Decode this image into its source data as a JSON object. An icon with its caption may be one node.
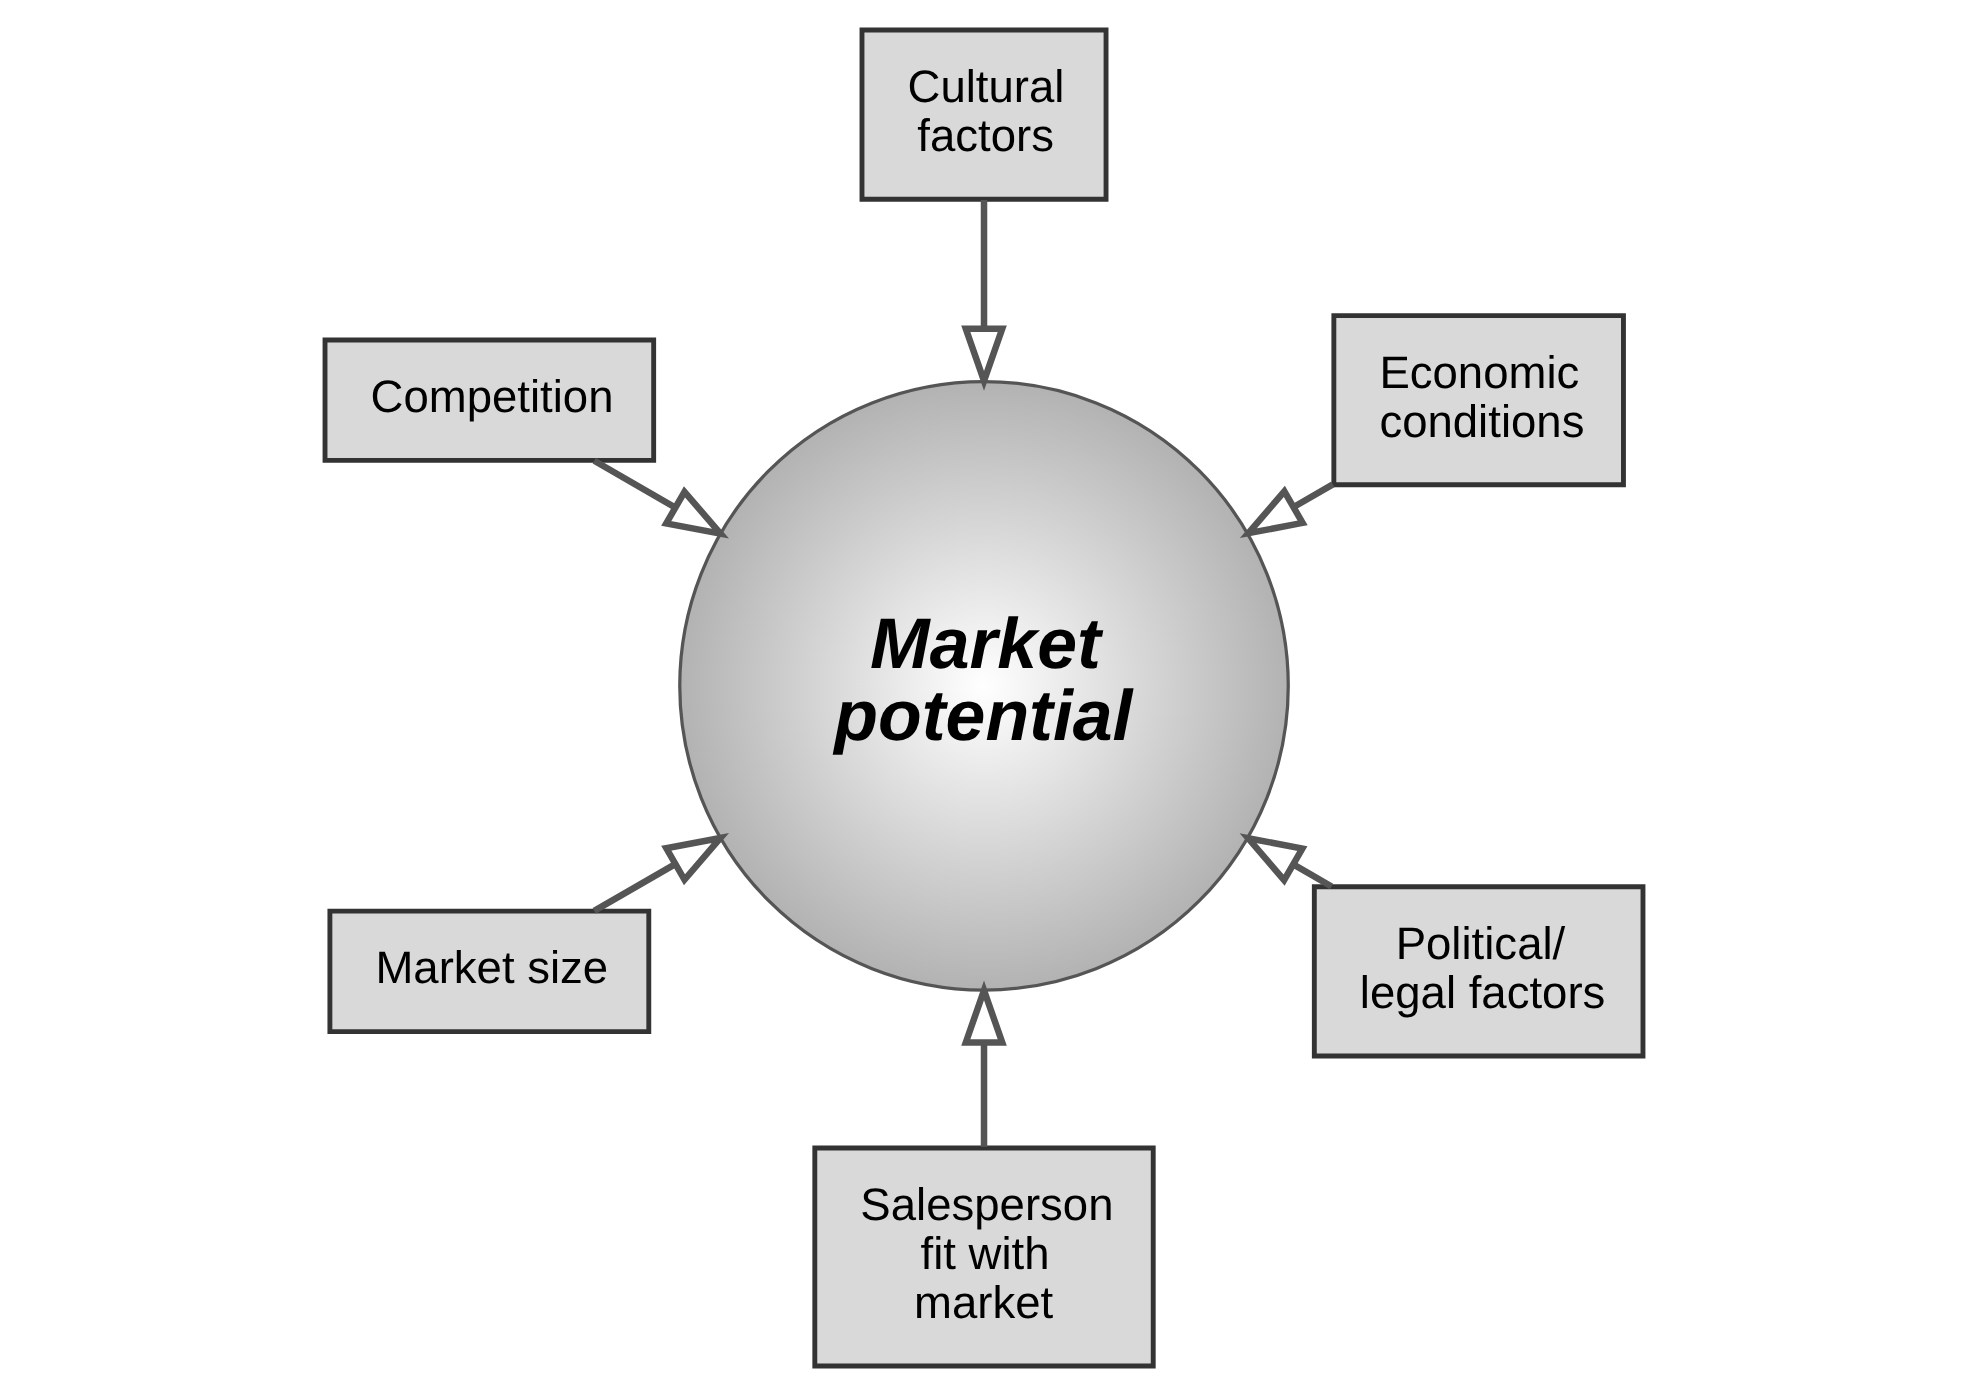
{
  "diagram": {
    "nodes": [
      {
        "text": [
          "Economic conditions"
        ]
      },
      {
        "text": [
          "Cultural factors"
        ]
      },
      {
        "text": [
          "Competition"
        ]
      },
      {
        "text": [
          "Market potential"
        ]
      },
      {
        "text": [
          "Market size"
        ]
      },
      {
        "text": [
          "Salesperson fit with market"
        ]
      },
      {
        "text": [
          "Political/ legal factors"
        ]
      }
    ],
    "edges": [
      {
        "from": 0,
        "to": 3,
        "arrow": "to"
      },
      {
        "from": 1,
        "to": 3,
        "arrow": "to"
      },
      {
        "from": 2,
        "to": 3,
        "arrow": "to"
      },
      {
        "from": 4,
        "to": 3,
        "arrow": "to"
      },
      {
        "from": 5,
        "to": 3,
        "arrow": "to"
      },
      {
        "from": 6,
        "to": 3,
        "arrow": "to"
      }
    ]
  }
}
